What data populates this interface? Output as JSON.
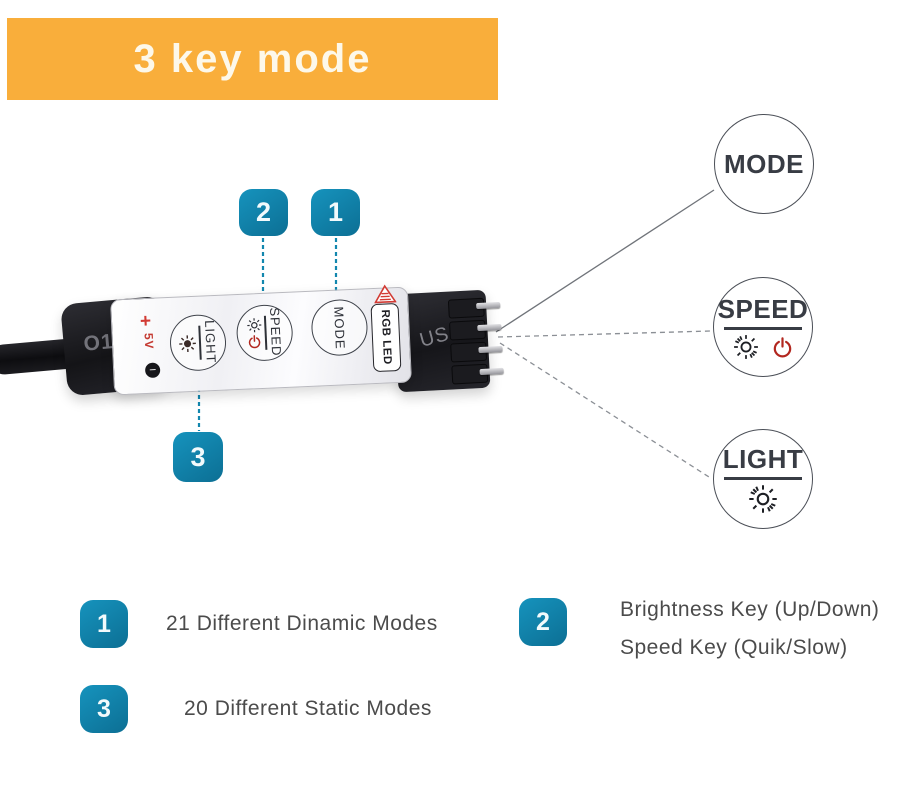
{
  "banner": {
    "title": "3 key mode"
  },
  "device": {
    "cable_mark": "O1",
    "plus_mark": "+",
    "voltage_mark": "5V",
    "minus_mark": "−",
    "connector_mark": "US",
    "rgb_led_label": "RGB LED",
    "buttons": [
      {
        "label": "LIGHT",
        "icons": [
          "brightness-sun"
        ]
      },
      {
        "label": "SPEED",
        "icons": [
          "brightness-sun",
          "power"
        ]
      },
      {
        "label": "MODE",
        "icons": []
      }
    ]
  },
  "callouts": [
    {
      "num": "2",
      "points_to": "SPEED button"
    },
    {
      "num": "1",
      "points_to": "MODE button"
    },
    {
      "num": "3",
      "points_to": "LIGHT button"
    }
  ],
  "key_circles": [
    {
      "label": "MODE",
      "icons": []
    },
    {
      "label": "SPEED",
      "icons": [
        "brightness-sun",
        "power"
      ]
    },
    {
      "label": "LIGHT",
      "icons": [
        "brightness-sun"
      ]
    }
  ],
  "legend": [
    {
      "num": "1",
      "lines": [
        "21 Different Dinamic Modes"
      ]
    },
    {
      "num": "2",
      "lines": [
        "Brightness Key (Up/Down)",
        "Speed Key (Quik/Slow)"
      ]
    },
    {
      "num": "3",
      "lines": [
        "20 Different Static Modes"
      ]
    }
  ],
  "colors": {
    "banner_bg": "#f9ae3b",
    "badge_teal": "#0f7da3",
    "callout_line_teal": "#1287ae",
    "power_red": "#b2271f",
    "mark_red": "#d23b34",
    "text_dark": "#383c44",
    "text_gray": "#4b4b4b",
    "line_gray": "#85898f"
  }
}
